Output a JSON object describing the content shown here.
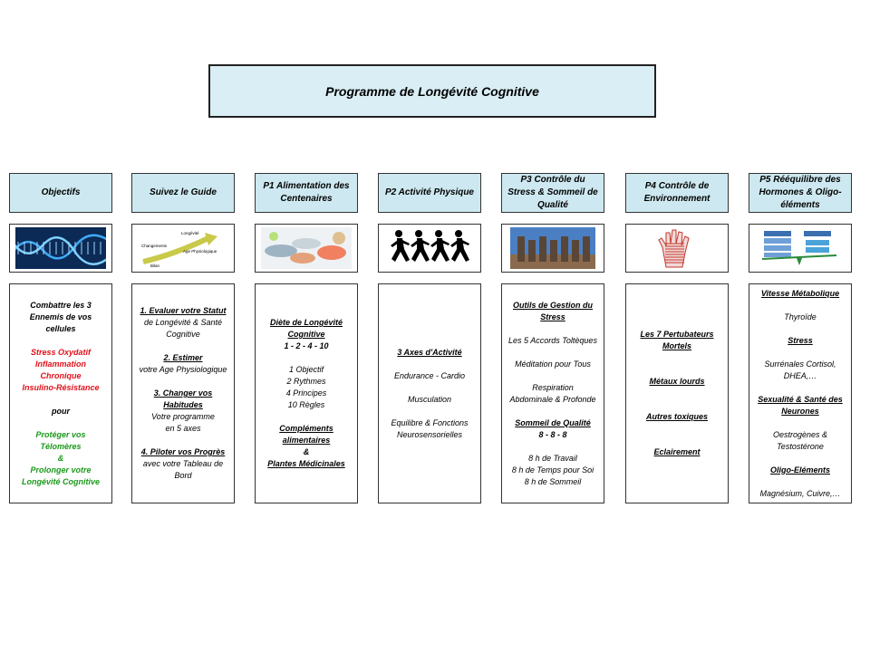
{
  "title": "Programme de Longévité Cognitive",
  "columns": [
    {
      "header": "Objectifs",
      "image": "dna-strand-image",
      "lines": [
        {
          "t": "Combattre les 3",
          "s": "b"
        },
        {
          "t": "Ennemis de vos cellules",
          "s": "b"
        },
        {
          "t": "",
          "s": "gap"
        },
        {
          "t": "Stress Oxydatif",
          "s": "red"
        },
        {
          "t": "Inflammation",
          "s": "red"
        },
        {
          "t": "Chronique",
          "s": "red"
        },
        {
          "t": "Insulino-Résistance",
          "s": "red"
        },
        {
          "t": "",
          "s": "gap"
        },
        {
          "t": "pour",
          "s": "b"
        },
        {
          "t": "",
          "s": "gap"
        },
        {
          "t": "Protéger vos Télomères",
          "s": "green"
        },
        {
          "t": "&",
          "s": "green"
        },
        {
          "t": "Prolonger votre",
          "s": "green"
        },
        {
          "t": "Longévité Cognitive",
          "s": "green"
        }
      ]
    },
    {
      "header": "Suivez le Guide",
      "image": "age-arrow-image",
      "image_labels": [
        "Longévité",
        "Changements",
        "Age Physiologique",
        "Bilan"
      ],
      "lines": [
        {
          "t": "1.  Evaluer votre Statut",
          "s": "u"
        },
        {
          "t": "de Longévité & Santé",
          "s": ""
        },
        {
          "t": "Cognitive",
          "s": ""
        },
        {
          "t": "",
          "s": "gap"
        },
        {
          "t": "2.  Estimer",
          "s": "u"
        },
        {
          "t": "votre Age Physiologique",
          "s": ""
        },
        {
          "t": "",
          "s": "gap"
        },
        {
          "t": "3.  Changer vos Habitudes",
          "s": "u"
        },
        {
          "t": "Votre programme",
          "s": ""
        },
        {
          "t": "en 5 axes",
          "s": ""
        },
        {
          "t": "",
          "s": "gap"
        },
        {
          "t": "4.  Piloter vos Progrès",
          "s": "u"
        },
        {
          "t": "avec votre Tableau de",
          "s": ""
        },
        {
          "t": "Bord",
          "s": ""
        }
      ]
    },
    {
      "header": "P1 Alimentation des Centenaires",
      "image": "seafood-image",
      "lines": [
        {
          "t": "Diète de Longévité",
          "s": "u"
        },
        {
          "t": "Cognitive",
          "s": "u"
        },
        {
          "t": "1 - 2 - 4 - 10",
          "s": "b"
        },
        {
          "t": "",
          "s": "gap"
        },
        {
          "t": "1 Objectif",
          "s": ""
        },
        {
          "t": "2 Rythmes",
          "s": ""
        },
        {
          "t": "4 Principes",
          "s": ""
        },
        {
          "t": "10 Règles",
          "s": ""
        },
        {
          "t": "",
          "s": "gap"
        },
        {
          "t": "Compléments alimentaires",
          "s": "u"
        },
        {
          "t": "&",
          "s": "b"
        },
        {
          "t": "Plantes Médicinales",
          "s": "u"
        }
      ]
    },
    {
      "header": "P2 Activité Physique",
      "image": "runners-image",
      "lines": [
        {
          "t": "3 Axes d'Activité",
          "s": "u"
        },
        {
          "t": "",
          "s": "gap"
        },
        {
          "t": "Endurance  -  Cardio",
          "s": ""
        },
        {
          "t": "",
          "s": "gap"
        },
        {
          "t": "Musculation",
          "s": ""
        },
        {
          "t": "",
          "s": "gap"
        },
        {
          "t": "Equilibre & Fonctions",
          "s": ""
        },
        {
          "t": "Neurosensorielles",
          "s": ""
        }
      ]
    },
    {
      "header": "P3 Contrôle du Stress & Sommeil de Qualité",
      "image": "statues-image",
      "lines": [
        {
          "t": "Outils de Gestion du Stress",
          "s": "u"
        },
        {
          "t": "",
          "s": "gap"
        },
        {
          "t": "Les 5 Accords Toltèques",
          "s": ""
        },
        {
          "t": "",
          "s": "gap"
        },
        {
          "t": "Méditation pour Tous",
          "s": ""
        },
        {
          "t": "",
          "s": "gap"
        },
        {
          "t": "Respiration",
          "s": ""
        },
        {
          "t": "Abdominale & Profonde",
          "s": ""
        },
        {
          "t": "",
          "s": "gap"
        },
        {
          "t": "Sommeil de Qualité",
          "s": "u"
        },
        {
          "t": "8 - 8 - 8",
          "s": "b"
        },
        {
          "t": "",
          "s": "gap"
        },
        {
          "t": "8 h de Travail",
          "s": ""
        },
        {
          "t": "8 h de Temps pour Soi",
          "s": ""
        },
        {
          "t": "8 h de Sommeil",
          "s": ""
        }
      ]
    },
    {
      "header": "P4 Contrôle de Environnement",
      "image": "hand-wordcloud-image",
      "lines": [
        {
          "t": "Les 7 Pertubateurs Mortels",
          "s": "u"
        },
        {
          "t": "",
          "s": "gap"
        },
        {
          "t": "",
          "s": "gap"
        },
        {
          "t": "Métaux lourds",
          "s": "u"
        },
        {
          "t": "",
          "s": "gap"
        },
        {
          "t": "",
          "s": "gap"
        },
        {
          "t": "Autres toxiques",
          "s": "u"
        },
        {
          "t": "",
          "s": "gap"
        },
        {
          "t": "",
          "s": "gap"
        },
        {
          "t": "Eclairement",
          "s": "u"
        }
      ]
    },
    {
      "header": "P5 Rééquilibre des Hormones & Oligo-éléments",
      "image": "hormone-balance-image",
      "lines": [
        {
          "t": "Vitesse Métabolique",
          "s": "u"
        },
        {
          "t": "",
          "s": "gap"
        },
        {
          "t": "Thyroïde",
          "s": ""
        },
        {
          "t": "",
          "s": "gap"
        },
        {
          "t": "Stress",
          "s": "u"
        },
        {
          "t": "",
          "s": "gap"
        },
        {
          "t": "Surrénales  Cortisol,",
          "s": ""
        },
        {
          "t": "DHEA,…",
          "s": ""
        },
        {
          "t": "",
          "s": "gap"
        },
        {
          "t": "Sexualité & Santé des",
          "s": "u"
        },
        {
          "t": "Neurones",
          "s": "u"
        },
        {
          "t": "",
          "s": "gap"
        },
        {
          "t": "Oestrogènes &",
          "s": ""
        },
        {
          "t": "Testostérone",
          "s": ""
        },
        {
          "t": "",
          "s": "gap"
        },
        {
          "t": "Oligo-Eléments",
          "s": "u"
        },
        {
          "t": "",
          "s": "gap"
        },
        {
          "t": "Magnésium, Cuivre,…",
          "s": ""
        }
      ]
    }
  ]
}
